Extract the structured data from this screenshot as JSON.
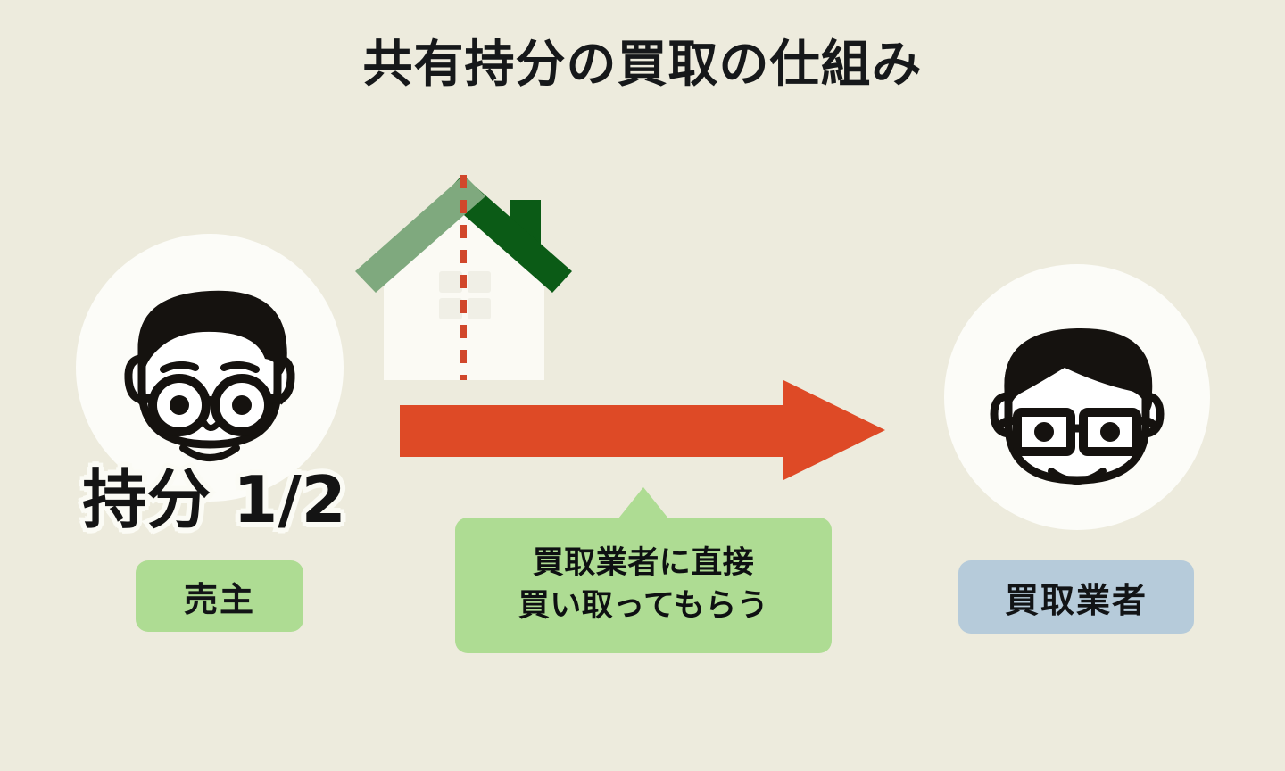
{
  "page": {
    "title": "共有持分の買取の仕組み",
    "background_color": "#EDEBDD"
  },
  "colors": {
    "background": "#EDEBDD",
    "title_text": "#16181A",
    "avatar_circle": "#FCFCF8",
    "badge_seller_bg": "#AEDC93",
    "badge_buyer_bg": "#B6CBDA",
    "badge_text": "#121416",
    "callout_bg": "#AEDC93",
    "callout_text": "#0E1012",
    "arrow": "#DE4A26",
    "house_body": "#FBFAF4",
    "house_roof_left": "#7FA97E",
    "house_roof_right": "#0B5B16",
    "house_divider_dashed": "#D1472B",
    "share_text": "#141414",
    "share_text_outline": "#FBFBF5",
    "figure_ink": "#15120F"
  },
  "left_party": {
    "avatar_name": "seller-avatar",
    "share_label": "持分 1/2",
    "role_label": "売主"
  },
  "right_party": {
    "avatar_name": "buyer-avatar",
    "role_label": "買取業者"
  },
  "house": {
    "icon_name": "split-house-icon",
    "description": "共有持分を示す家のアイコン"
  },
  "flow": {
    "arrow_name": "transfer-arrow",
    "direction": "right"
  },
  "callout": {
    "lines": [
      "買取業者に直接",
      "買い取ってもらう"
    ]
  }
}
